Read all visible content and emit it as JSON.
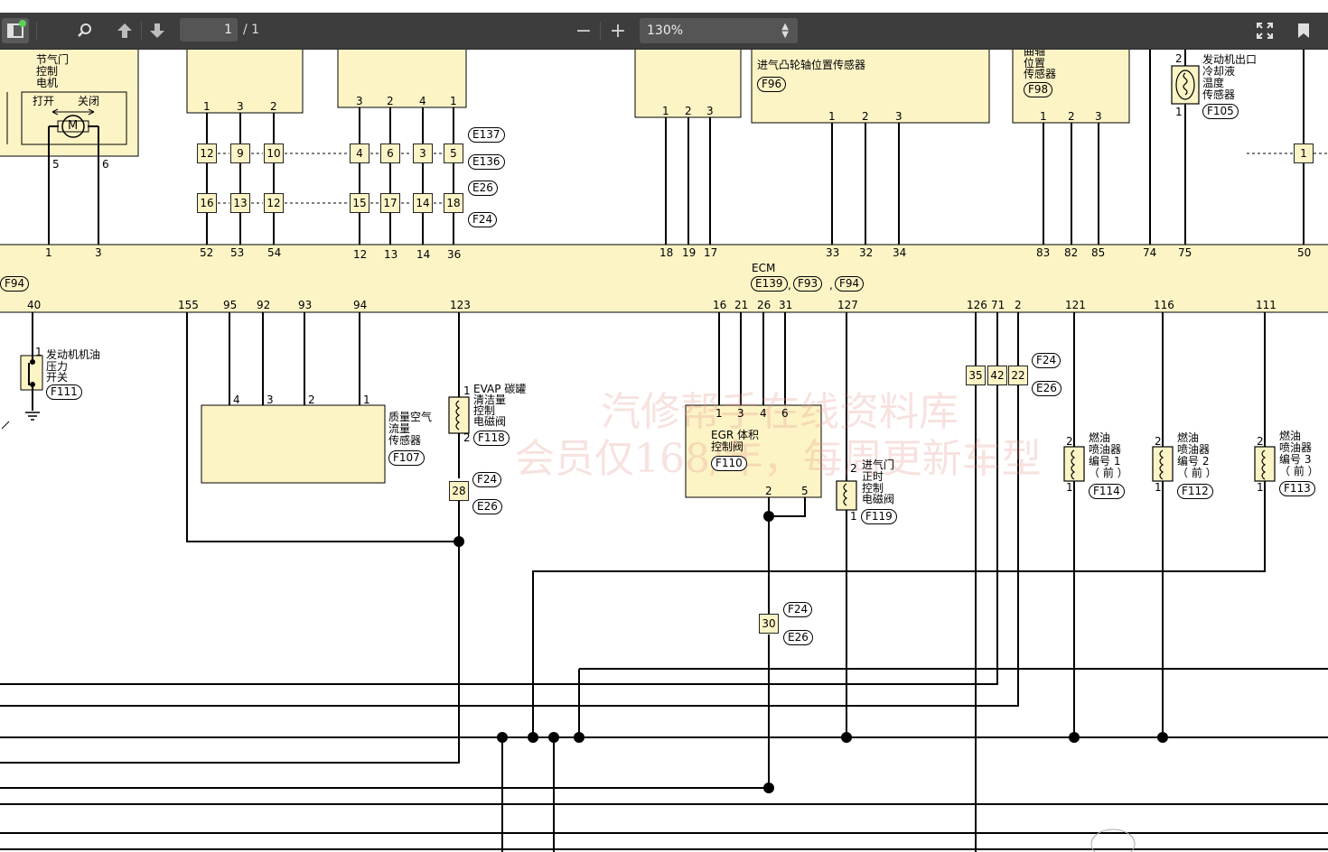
{
  "toolbar": {
    "page_current": "1",
    "page_total": "/ 1",
    "zoom_value": "130%",
    "zoom_out_label": "−",
    "zoom_in_label": "+",
    "icons": [
      "sidebar-toggle-icon",
      "search-icon",
      "up-arrow-icon",
      "down-arrow-icon",
      "fullscreen-icon",
      "bookmark-icon"
    ]
  },
  "diagram": {
    "throttle": {
      "line1": "节气门",
      "line2": "控制",
      "line3": "电机",
      "open": "打开",
      "close": "关闭",
      "motor": "M",
      "pin_a": "5",
      "pin_b": "6"
    },
    "ecm": {
      "label": "ECM",
      "conn1": "E139",
      "conn2": "F93",
      "conn3": "F94",
      "left_conn": "F94"
    },
    "top_pins": {
      "p1": "1",
      "p3a": "3",
      "p52": "52",
      "p53": "53",
      "p54": "54",
      "p12": "12",
      "p13": "13",
      "p14": "14",
      "p36": "36",
      "p18": "18",
      "p19": "19",
      "p17": "17",
      "p33": "33",
      "p32": "32",
      "p34": "34",
      "p83": "83",
      "p82": "82",
      "p85": "85",
      "p74": "74",
      "p75": "75",
      "p50": "50"
    },
    "bottom_pins": {
      "p40": "40",
      "p155": "155",
      "p95": "95",
      "p92": "92",
      "p93": "93",
      "p94": "94",
      "p123": "123",
      "p16": "16",
      "p21": "21",
      "p26": "26",
      "p31": "31",
      "p127": "127",
      "p126": "126",
      "p71": "71",
      "p2": "2",
      "p121": "121",
      "p116": "116",
      "p111": "111"
    },
    "box1_pins": {
      "a": "1",
      "b": "3",
      "c": "2"
    },
    "box2_pins": {
      "a": "3",
      "b": "2",
      "c": "4",
      "d": "1"
    },
    "row_e136": {
      "a": "12",
      "b": "9",
      "c": "10",
      "d": "4",
      "e": "6",
      "f": "3",
      "g": "5"
    },
    "row_f24": {
      "a": "16",
      "b": "13",
      "c": "12",
      "d": "15",
      "e": "17",
      "f": "14",
      "g": "18"
    },
    "conn_labels": {
      "e137": "E137",
      "e136": "E136",
      "e26": "E26",
      "f24": "F24"
    },
    "box3_pins": {
      "a": "1",
      "b": "2",
      "c": "3"
    },
    "cam_sensor": {
      "name": "进气凸轮轴位置传感器",
      "conn": "F96",
      "p1": "1",
      "p2": "2",
      "p3": "3"
    },
    "crank_sensor": {
      "line1": "曲轴",
      "line2": "位置",
      "line3": "传感器",
      "conn": "F98",
      "p1": "1",
      "p2": "2",
      "p3": "3"
    },
    "coolant": {
      "line1": "发动机出口",
      "line2": "冷却液",
      "line3": "温度",
      "line4": "传感器",
      "conn": "F105",
      "p_top": "2",
      "p_bot": "1"
    },
    "right_box": "1",
    "oil_switch": {
      "line1": "发动机机油",
      "line2": "压力",
      "line3": "开关",
      "conn": "F111",
      "pin": "1"
    },
    "maf": {
      "line1": "质量空气",
      "line2": "流量",
      "line3": "传感器",
      "conn": "F107",
      "p4": "4",
      "p3": "3",
      "p2": "2",
      "p1": "1"
    },
    "evap": {
      "line1": "EVAP 碳罐",
      "line2": "清洁量",
      "line3": "控制",
      "line4": "电磁阀",
      "conn": "F118",
      "p1": "1",
      "p2": "2"
    },
    "j28": {
      "num": "28",
      "c1": "F24",
      "c2": "E26"
    },
    "egr": {
      "line1": "EGR 体积",
      "line2": "控制阀",
      "conn": "F110",
      "p1": "1",
      "p3": "3",
      "p4": "4",
      "p6": "6",
      "p2": "2",
      "p5": "5"
    },
    "ivt": {
      "line1": "进气门",
      "line2": "正时",
      "line3": "控制",
      "line4": "电磁阀",
      "conn": "F119",
      "p2": "2",
      "p1": "1"
    },
    "j30": {
      "num": "30",
      "c1": "F24",
      "c2": "E26"
    },
    "j_triple": {
      "a": "35",
      "b": "42",
      "c": "22",
      "c1": "F24",
      "c2": "E26"
    },
    "inj1": {
      "line1": "燃油",
      "line2": "喷油器",
      "line3": "编号 1",
      "line4": "（ 前 ）",
      "conn": "F114",
      "p2": "2",
      "p1": "1"
    },
    "inj2": {
      "line1": "燃油",
      "line2": "喷油器",
      "line3": "编号 2",
      "line4": "（ 前 ）",
      "conn": "F112",
      "p2": "2",
      "p1": "1"
    },
    "inj3": {
      "line1": "燃油",
      "line2": "喷油器",
      "line3": "编号 3",
      "line4": "（ 前 ）",
      "conn": "F113",
      "p2": "2",
      "p1": "1"
    },
    "watermark1": "汽修帮手在线资料库",
    "watermark2": "会员仅168/年，每周更新车型"
  },
  "colors": {
    "toolbar_bg": "#3d3d3d",
    "box_fill": "#fdf4c6",
    "wire": "#000000"
  }
}
